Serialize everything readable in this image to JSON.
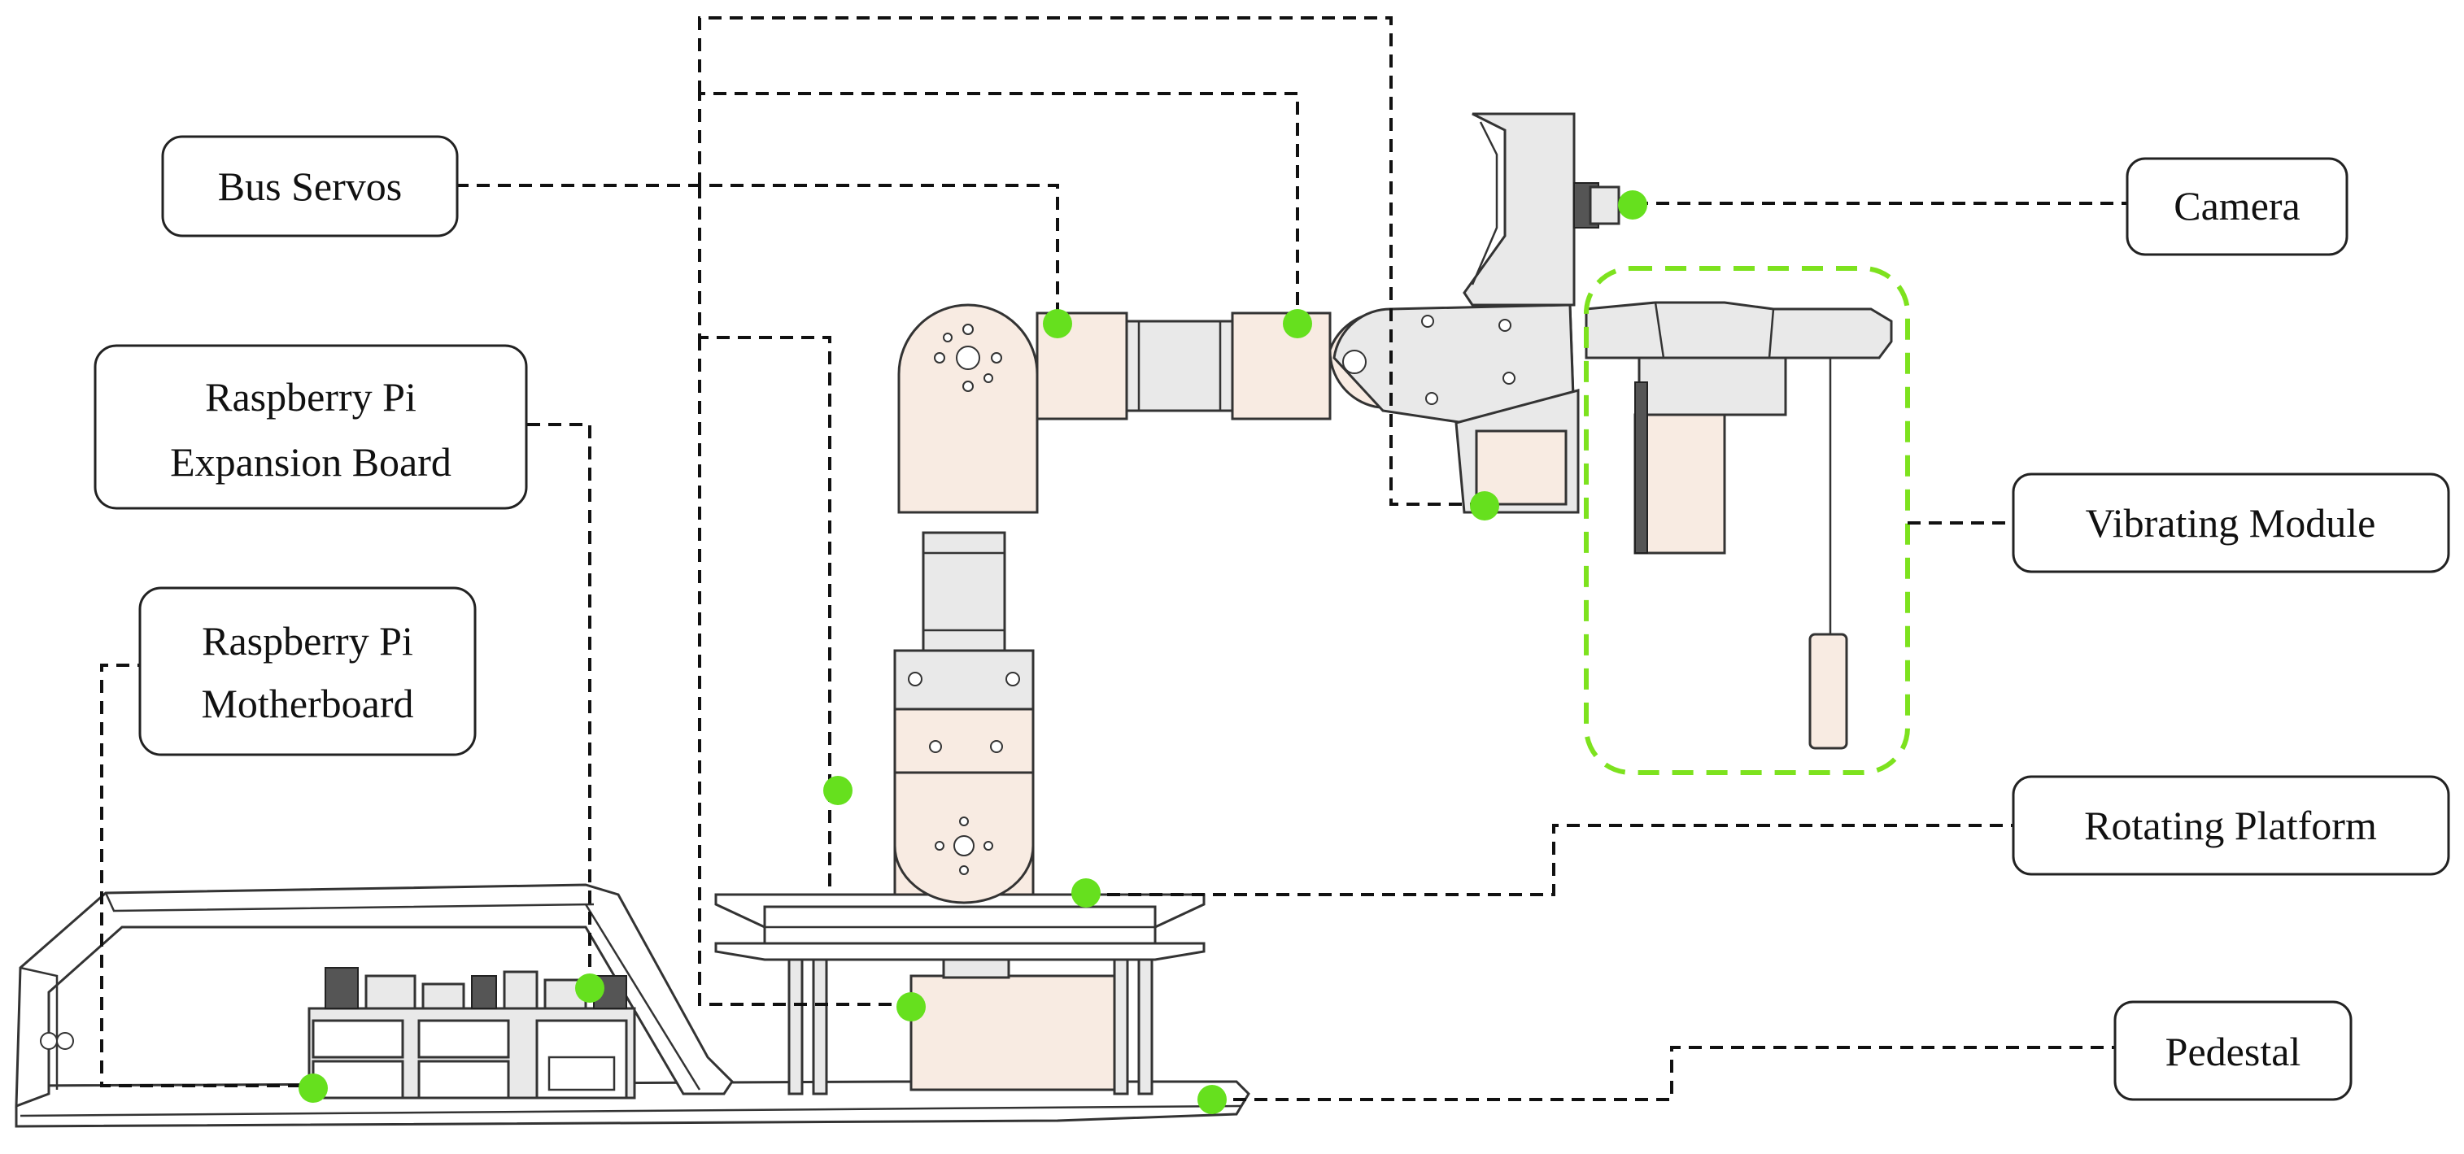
{
  "labels": {
    "bus_servos": "Bus Servos",
    "expansion_line1": "Raspberry Pi",
    "expansion_line2": "Expansion Board",
    "motherboard_line1": "Raspberry Pi",
    "motherboard_line2": "Motherboard",
    "camera": "Camera",
    "vibrating_module": "Vibrating Module",
    "rotating_platform": "Rotating Platform",
    "pedestal": "Pedestal"
  },
  "colors": {
    "marker": "#66e01e",
    "highlight_border": "#7de21e",
    "servo_body": "#f8ebe2",
    "leader_line": "#111111"
  },
  "icons": {
    "marker": "green-dot-marker"
  }
}
